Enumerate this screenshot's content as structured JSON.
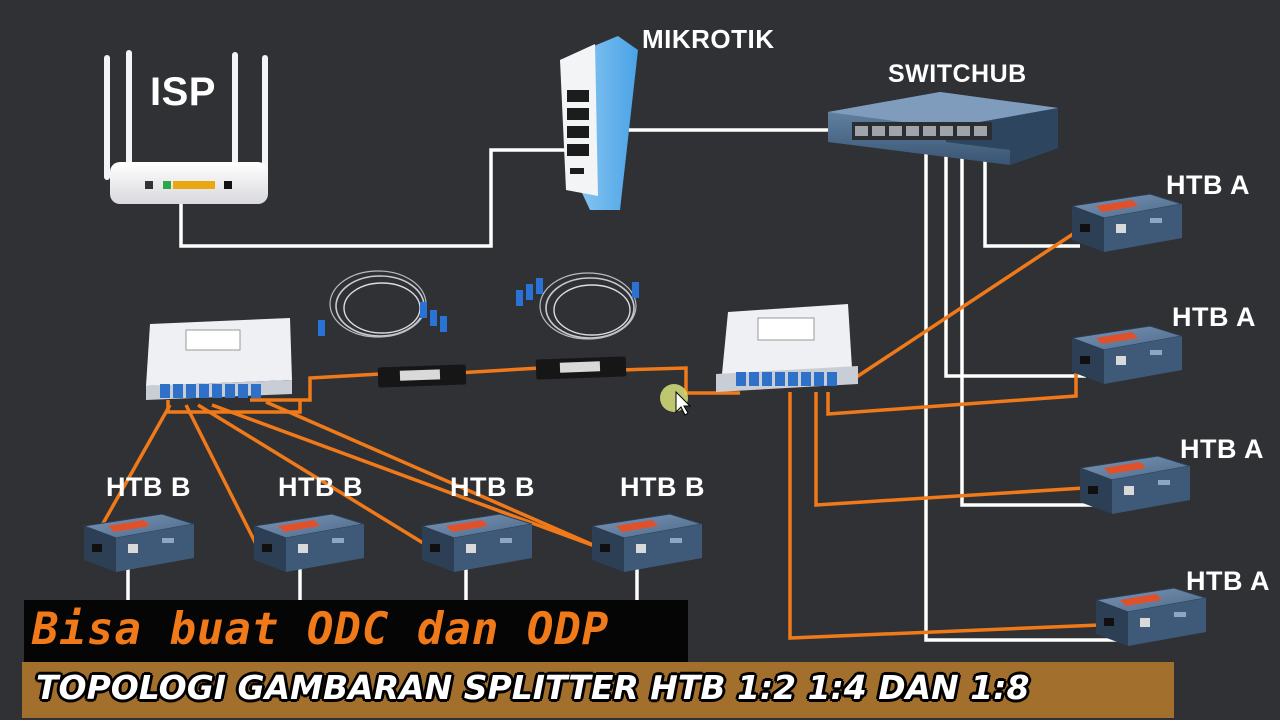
{
  "labels": {
    "isp": "ISP",
    "mikrotik": "MIKROTIK",
    "switchhub": "SWITCHUB",
    "htb_a": [
      "HTB A",
      "HTB A",
      "HTB A",
      "HTB A"
    ],
    "htb_b": [
      "HTB B",
      "HTB B",
      "HTB B",
      "HTB B"
    ]
  },
  "captions": {
    "top": "Bisa buat ODC dan ODP",
    "bottom": "TOPOLOGI GAMBARAN SPLITTER  HTB 1:2 1:4 DAN 1:8"
  },
  "colors": {
    "background": "#2f3134",
    "fiber": "#f07a1a",
    "utp_cable": "#ffffff",
    "caption_top_bg": "#050505",
    "caption_bottom_bg": "#a36f2d"
  }
}
